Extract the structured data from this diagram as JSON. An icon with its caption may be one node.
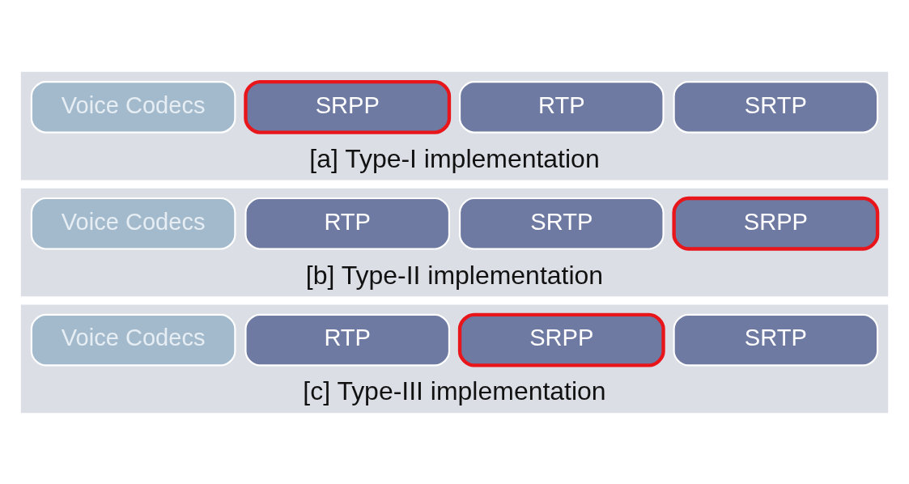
{
  "diagram": {
    "nodes": [
      {
        "text": [
          "[a] Type-I implementation"
        ]
      },
      {
        "text": [
          "Voice Codecs"
        ],
        "in": 0
      },
      {
        "text": [
          "SRPP"
        ],
        "in": 0
      },
      {
        "text": [
          "RTP"
        ],
        "in": 0
      },
      {
        "text": [
          "SRTP"
        ],
        "in": 0
      },
      {
        "text": [
          "[b] Type-II implementation"
        ]
      },
      {
        "text": [
          "Voice Codecs"
        ],
        "in": 5
      },
      {
        "text": [
          "RTP"
        ],
        "in": 5
      },
      {
        "text": [
          "SRTP"
        ],
        "in": 5
      },
      {
        "text": [
          "SRPP"
        ],
        "in": 5
      },
      {
        "text": [
          "[c] Type-III implementation"
        ]
      },
      {
        "text": [
          "Voice Codecs"
        ],
        "in": 10
      },
      {
        "text": [
          "RTP"
        ],
        "in": 10
      },
      {
        "text": [
          "SRPP"
        ],
        "in": 10
      },
      {
        "text": [
          "SRTP"
        ],
        "in": 10
      }
    ]
  }
}
